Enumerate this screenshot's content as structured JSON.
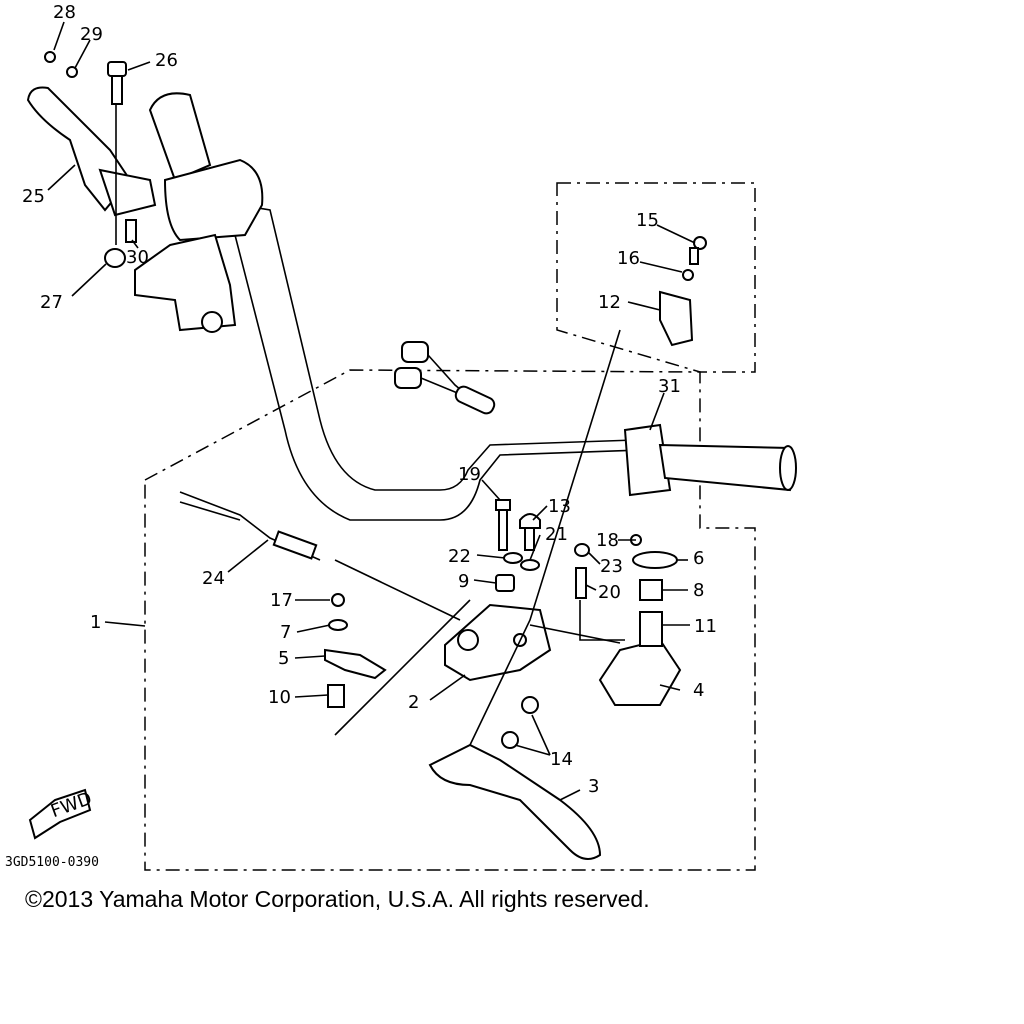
{
  "diagram": {
    "part_code": "3GD5100-0390",
    "fwd_label": "FWD",
    "copyright": "©2013 Yamaha Motor Corporation, U.S.A. All rights reserved.",
    "callouts": [
      "1",
      "2",
      "3",
      "4",
      "5",
      "6",
      "7",
      "8",
      "9",
      "10",
      "11",
      "12",
      "13",
      "14",
      "15",
      "16",
      "17",
      "18",
      "19",
      "20",
      "21",
      "22",
      "23",
      "24",
      "25",
      "26",
      "27",
      "28",
      "29",
      "30",
      "31"
    ]
  }
}
